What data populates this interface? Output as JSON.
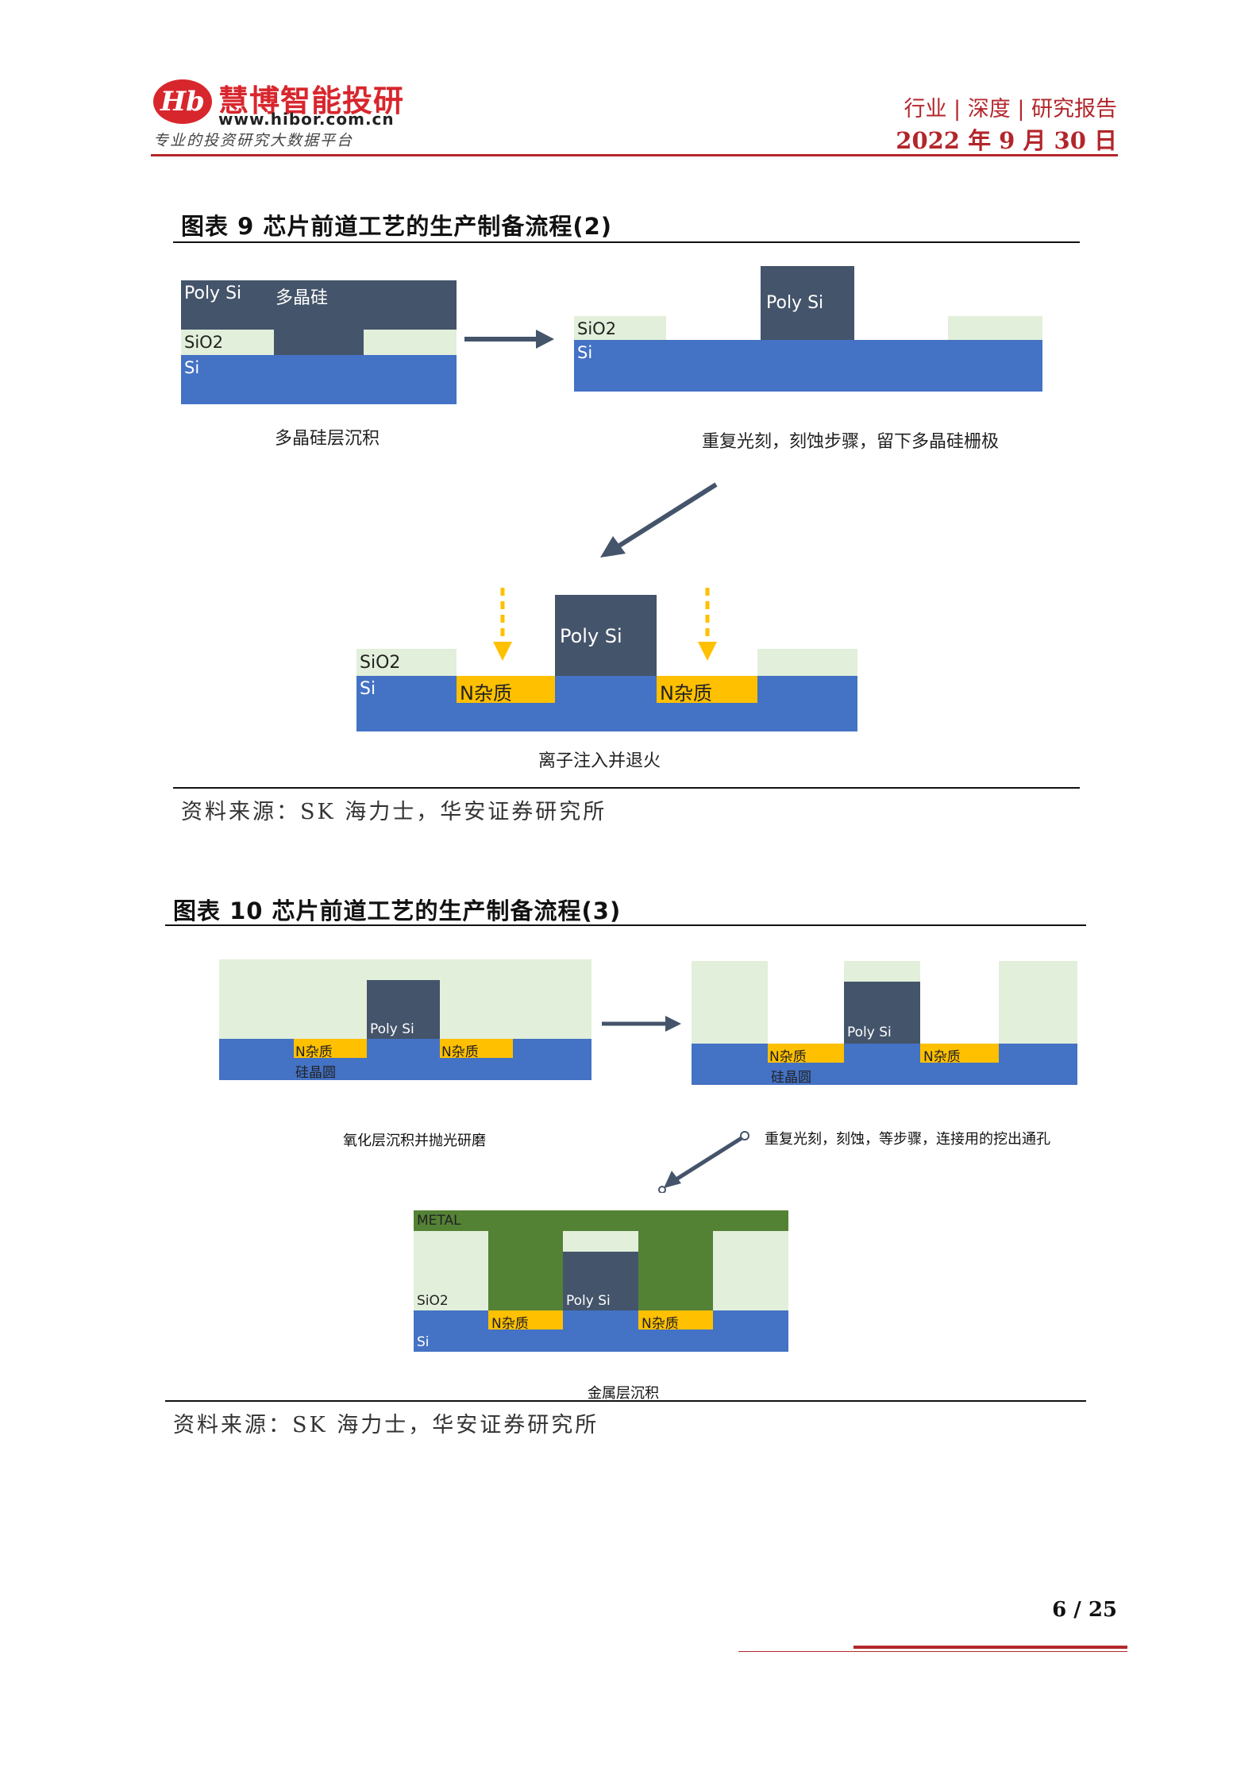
{
  "header": {
    "logo_mark": "Hb",
    "brand": "慧博智能投研",
    "url": "www.hibor.com.cn",
    "slogan": "专业的投资研究大数据平台",
    "report_type": "行业 | 深度 | 研究报告",
    "date": "2022 年 9 月 30 日"
  },
  "figure9": {
    "title": "图表 9 芯片前道工艺的生产制备流程(2)",
    "step1": {
      "poly_label": "Poly Si",
      "poly_cn_label": "多晶硅",
      "sio2_label": "SiO2",
      "si_label": "Si",
      "caption": "多晶硅层沉积"
    },
    "step2": {
      "poly_label": "Poly Si",
      "sio2_label": "SiO2",
      "si_label": "Si",
      "caption": "重复光刻，刻蚀步骤，留下多晶硅栅极"
    },
    "step3": {
      "poly_label": "Poly Si",
      "sio2_label": "SiO2",
      "si_label": "Si",
      "n_left": "N杂质",
      "n_right": "N杂质",
      "caption": "离子注入并退火"
    },
    "source": "资料来源：SK 海力士，华安证券研究所"
  },
  "figure10": {
    "title": "图表 10 芯片前道工艺的生产制备流程(3)",
    "step1": {
      "poly_label": "Poly Si",
      "n_left": "N杂质",
      "n_right": "N杂质",
      "wafer_label": "硅晶圆",
      "caption": "氧化层沉积并抛光研磨"
    },
    "step2": {
      "poly_label": "Poly Si",
      "n_left": "N杂质",
      "n_right": "N杂质",
      "wafer_label": "硅晶圆",
      "caption": "重复光刻，刻蚀，等步骤，连接用的挖出通孔"
    },
    "step3": {
      "metal_label": "METAL",
      "sio2_label": "SiO2",
      "poly_label": "Poly Si",
      "si_label": "Si",
      "n_left": "N杂质",
      "n_right": "N杂质",
      "caption": "金属层沉积"
    },
    "source": "资料来源：SK 海力士，华安证券研究所"
  },
  "footer": {
    "page": "6 / 25"
  },
  "colors": {
    "brand_red": "#d8262d",
    "poly_si": "#44546a",
    "sio2": "#e2efda",
    "si": "#4472c4",
    "n_impurity": "#ffc000",
    "metal": "#548235",
    "arrow": "#44546a"
  }
}
